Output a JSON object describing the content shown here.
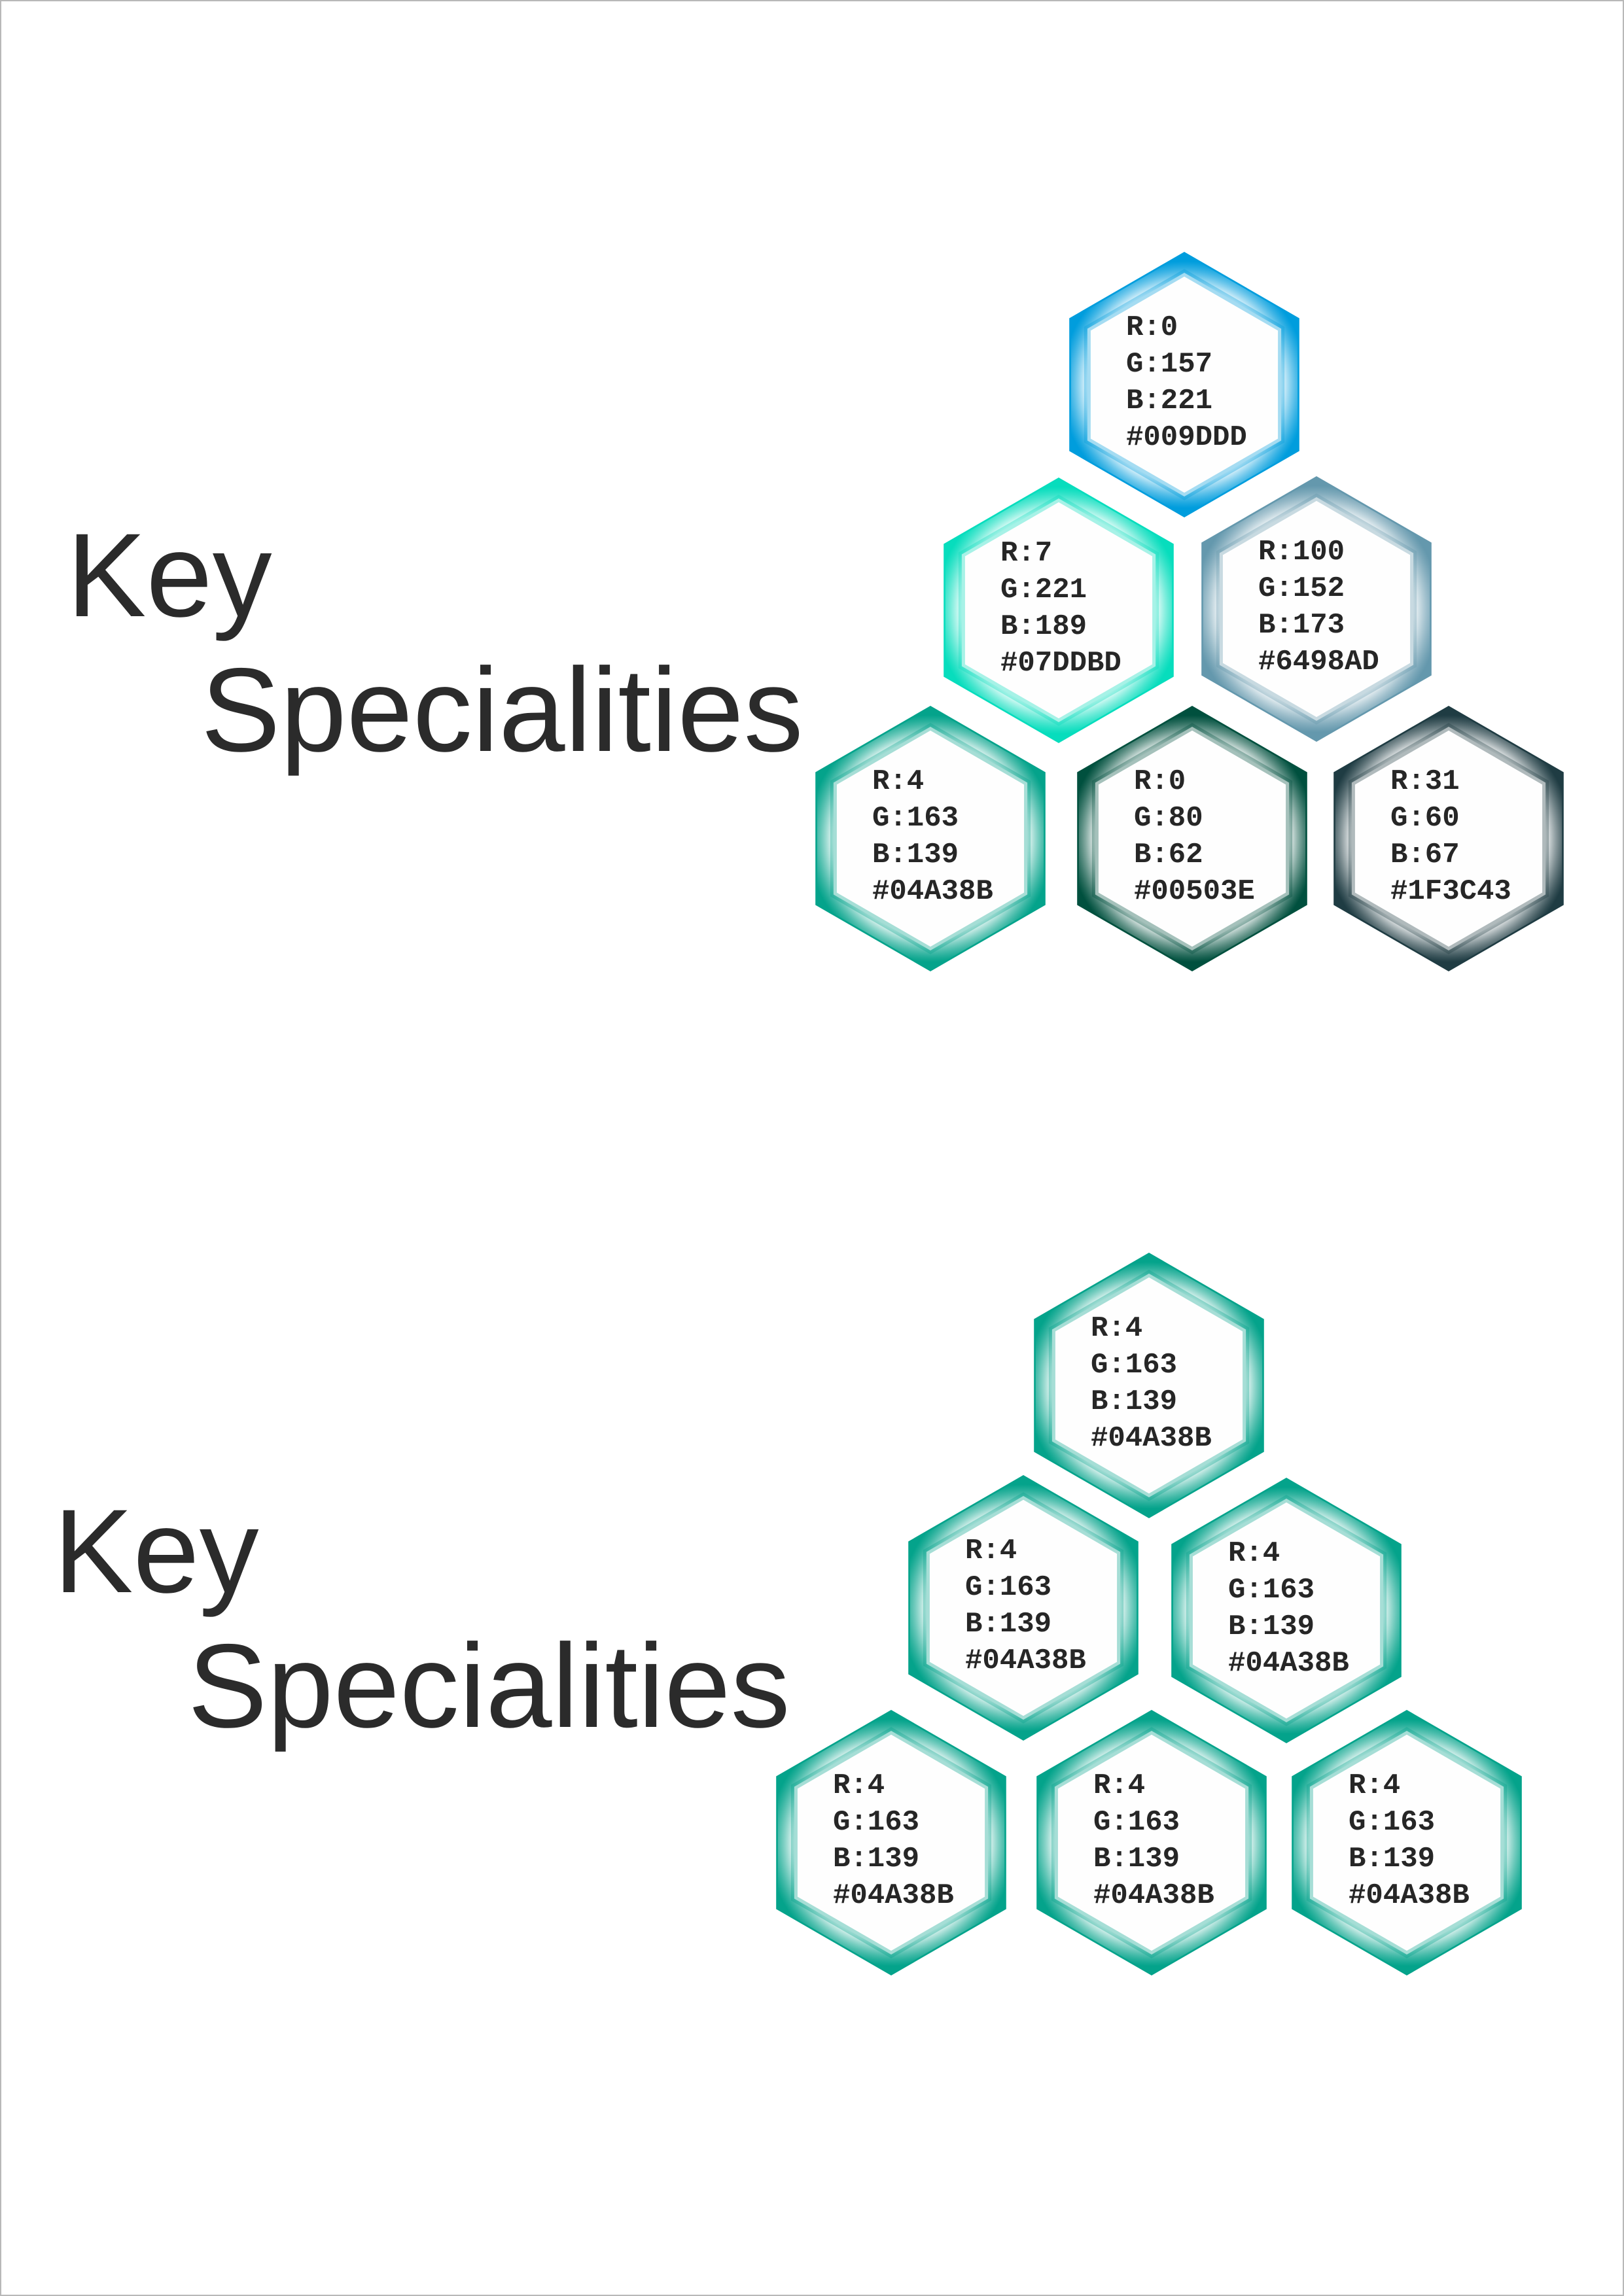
{
  "sections": [
    {
      "heading": {
        "line1": "Key",
        "line2": "Specialities"
      },
      "hexagons": [
        {
          "lines": [
            "R:0",
            "G:157",
            "B:221",
            "#009DDD"
          ],
          "color": "#009DDD"
        },
        {
          "lines": [
            "R:7",
            "G:221",
            "B:189",
            "#07DDBD"
          ],
          "color": "#07DDBD"
        },
        {
          "lines": [
            "R:100",
            "G:152",
            "B:173",
            "#6498AD"
          ],
          "color": "#6498AD"
        },
        {
          "lines": [
            "R:4",
            "G:163",
            "B:139",
            "#04A38B"
          ],
          "color": "#04A38B"
        },
        {
          "lines": [
            "R:0",
            "G:80",
            "B:62",
            "#00503E"
          ],
          "color": "#00503E"
        },
        {
          "lines": [
            "R:31",
            "G:60",
            "B:67",
            "#1F3C43"
          ],
          "color": "#1F3C43"
        }
      ]
    },
    {
      "heading": {
        "line1": "Key",
        "line2": "Specialities"
      },
      "hexagons": [
        {
          "lines": [
            "R:4",
            "G:163",
            "B:139",
            "#04A38B"
          ],
          "color": "#04A38B"
        },
        {
          "lines": [
            "R:4",
            "G:163",
            "B:139",
            "#04A38B"
          ],
          "color": "#04A38B"
        },
        {
          "lines": [
            "R:4",
            "G:163",
            "B:139",
            "#04A38B"
          ],
          "color": "#04A38B"
        },
        {
          "lines": [
            "R:4",
            "G:163",
            "B:139",
            "#04A38B"
          ],
          "color": "#04A38B"
        },
        {
          "lines": [
            "R:4",
            "G:163",
            "B:139",
            "#04A38B"
          ],
          "color": "#04A38B"
        },
        {
          "lines": [
            "R:4",
            "G:163",
            "B:139",
            "#04A38B"
          ],
          "color": "#04A38B"
        }
      ]
    }
  ]
}
